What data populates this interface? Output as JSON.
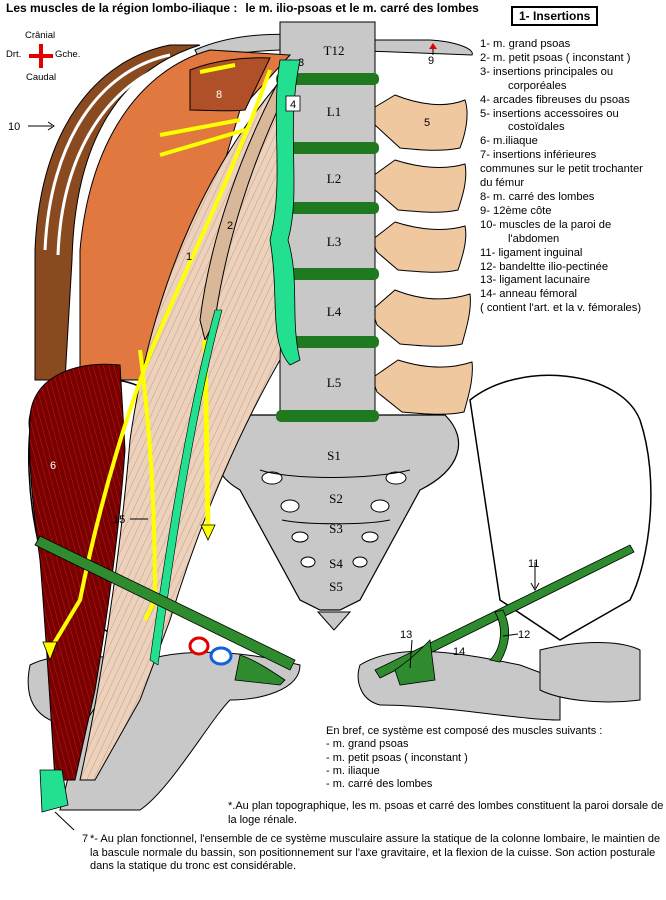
{
  "title": {
    "part1": "Les muscles de la  région lombo-iliaque :",
    "part2": "le m. ilio-psoas et  le m. carré des lombes"
  },
  "section_label": "1- Insertions",
  "orientation": {
    "cranial": "Crânial",
    "caudal": "Caudal",
    "right": "Drt.",
    "left": "Gche."
  },
  "legend": [
    {
      "text": "1- m. grand psoas"
    },
    {
      "text": "2- m. petit psoas ( inconstant )"
    },
    {
      "text": "3- insertions principales ou"
    },
    {
      "text": "corporéales",
      "indent": true
    },
    {
      "text": "4- arcades fibreuses du psoas"
    },
    {
      "text": "5- insertions accessoires ou"
    },
    {
      "text": "costoïdales",
      "indent": true
    },
    {
      "text": "6- m.iliaque"
    },
    {
      "text": "7- insertions inférieures"
    },
    {
      "text": "communes sur le petit trochanter"
    },
    {
      "text": "du fémur"
    },
    {
      "text": "8- m. carré des lombes"
    },
    {
      "text": "9- 12ème côte"
    },
    {
      "text": "10- muscles de la paroi de"
    },
    {
      "text": "l'abdomen",
      "indent": true
    },
    {
      "text": "11- ligament inguinal"
    },
    {
      "text": "12- bandeltte ilio-pectinée"
    },
    {
      "text": "13- ligament lacunaire"
    },
    {
      "text": "14- anneau fémoral"
    },
    {
      "text": "( contient l'art. et la v. fémorales)"
    }
  ],
  "vertebrae": [
    "T12",
    "L1",
    "L2",
    "L3",
    "L4",
    "L5"
  ],
  "sacral": [
    "S1",
    "S2",
    "S3",
    "S4",
    "S5"
  ],
  "figure_numbers": {
    "n1": "1",
    "n2": "2",
    "n3": "3",
    "n4": "4",
    "n5": "5",
    "n6": "6",
    "n7": "7",
    "n8": "8",
    "n9": "9",
    "n10": "10",
    "n11": "11",
    "n12": "12",
    "n13": "13",
    "n14": "14",
    "n15": "15"
  },
  "summary": {
    "intro": "En bref, ce système est composé des muscles suivants :",
    "items": [
      "- m. grand psoas",
      "- m. petit psoas ( inconstant )",
      "- m. iliaque",
      "- m. carré des lombes"
    ]
  },
  "note1": "*.Au plan topographique, les m. psoas et carré des lombes constituent la paroi dorsale de la loge rénale.",
  "note2": "*- Au plan fonctionnel, l'ensemble de ce système musculaire  assure la statique de la colonne lombaire, le maintien de la bascule normale du bassin, son positionnement  sur l'axe gravitaire, et la flexion de la cuisse. Son action posturale dans la statique du tronc est considérable.",
  "colors": {
    "bone": "#c8c8c8",
    "disc": "#1f7a1f",
    "tendon_green": "#22e090",
    "psoas": "#e8c8b0",
    "quadratus": "#e07840",
    "quadratus_dark": "#b05028",
    "iliacus": "#7a0000",
    "nerve": "#ffff00",
    "rib": "#f0c8a0",
    "artery": "#e00000",
    "vein": "#1060e0"
  }
}
